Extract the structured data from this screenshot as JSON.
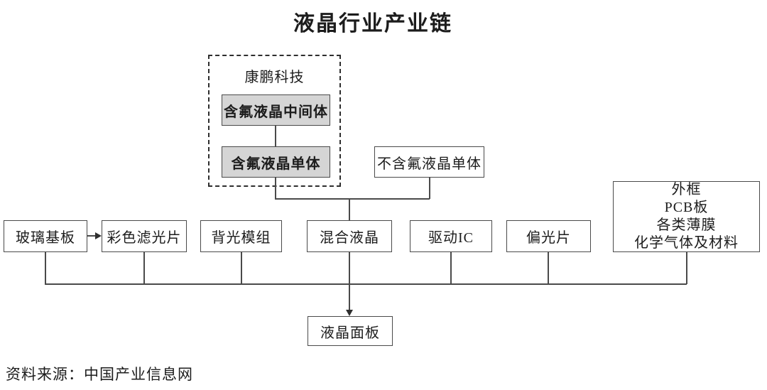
{
  "title": "液晶行业产业链",
  "group": {
    "label": "康鹏科技"
  },
  "nodes": {
    "fluorine_intermediate": "含氟液晶中间体",
    "fluorine_monomer": "含氟液晶单体",
    "non_fluorine_monomer": "不含氟液晶单体",
    "glass_substrate": "玻璃基板",
    "color_filter": "彩色滤光片",
    "backlight_module": "背光模组",
    "mixed_liquid_crystal": "混合液晶",
    "driver_ic": "驱动IC",
    "polarizer": "偏光片",
    "materials_lines": [
      "外框",
      "PCB板",
      "各类薄膜",
      "化学气体及材料"
    ],
    "lcd_panel": "液晶面板"
  },
  "source": "资料来源：中国产业信息网",
  "colors": {
    "highlight_fill": "#d5d5d5",
    "border": "#4a4a4a",
    "background": "#ffffff"
  }
}
